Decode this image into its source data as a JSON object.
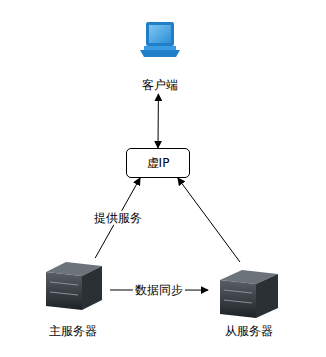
{
  "diagram": {
    "nodes": [
      {
        "text": [
          "客户端"
        ]
      },
      {
        "text": [
          "虚IP"
        ]
      },
      {
        "text": [
          "主服务器"
        ]
      },
      {
        "text": [
          "从服务器"
        ]
      }
    ],
    "edges": [
      {
        "from": 0,
        "to": 1,
        "arrow": "both"
      },
      {
        "from": 2,
        "to": 1,
        "label": "提供服务",
        "arrow": "to"
      },
      {
        "from": 3,
        "to": 1,
        "arrow": "to"
      },
      {
        "from": 2,
        "to": 3,
        "label": "数据同步",
        "arrow": "to"
      }
    ]
  }
}
